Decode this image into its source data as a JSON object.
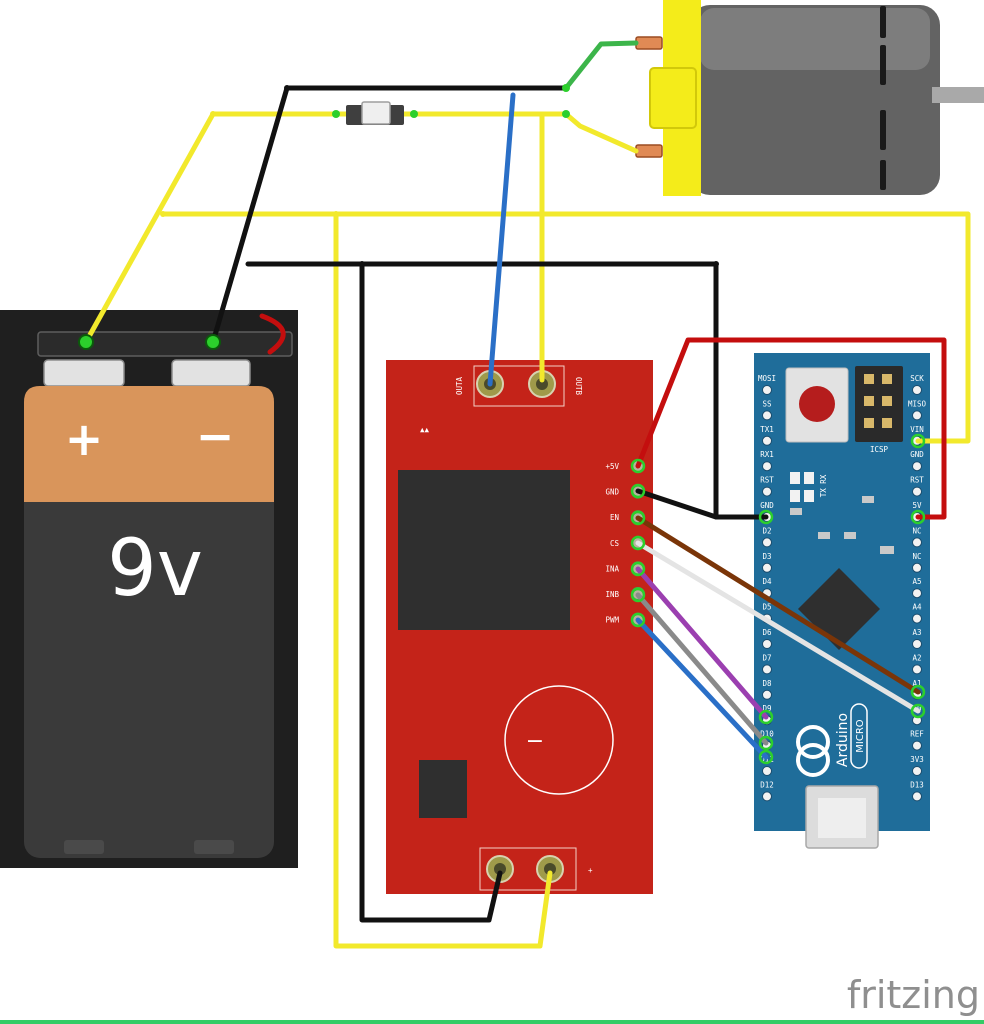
{
  "battery": {
    "voltage_label": "9v",
    "positive_label": "+",
    "negative_label": "−"
  },
  "driver": {
    "output_labels": [
      "OUTA",
      "OUTB"
    ],
    "pins": [
      "+5V",
      "GND",
      "EN",
      "CS",
      "INA",
      "INB",
      "PWM"
    ],
    "minus_mark": "−",
    "plus_mark": "+"
  },
  "arduino": {
    "name": "Arduino",
    "variant": "MICRO",
    "icsp_label": "ICSP",
    "txrx_label": "TX RX",
    "left_pins": [
      "MOSI",
      "SS",
      "TX1",
      "RX1",
      "RST",
      "GND",
      "D2",
      "D3",
      "D4",
      "D5",
      "D6",
      "D7",
      "D8",
      "D9",
      "D10",
      "D11",
      "D12"
    ],
    "right_pins": [
      "SCK",
      "MISO",
      "VIN",
      "GND",
      "RST",
      "5V",
      "NC",
      "NC",
      "A5",
      "A4",
      "A3",
      "A2",
      "A1",
      "A0",
      "REF",
      "3V3",
      "D13"
    ]
  },
  "colors": {
    "board_red": "#c42319",
    "arduino_blue": "#1f6d9a",
    "wire_yellow": "#f2e92c",
    "wire_black": "#111111",
    "wire_red": "#c40e0e",
    "wire_green": "#3cb54a",
    "wire_blue": "#2a6fc7",
    "wire_brown": "#7a3508",
    "wire_purple": "#9b3fb0",
    "wire_grey": "#8a8a8a",
    "motor_yellow": "#f4ec1a",
    "battery_copper": "#d9955b"
  },
  "brand": "fritzing"
}
